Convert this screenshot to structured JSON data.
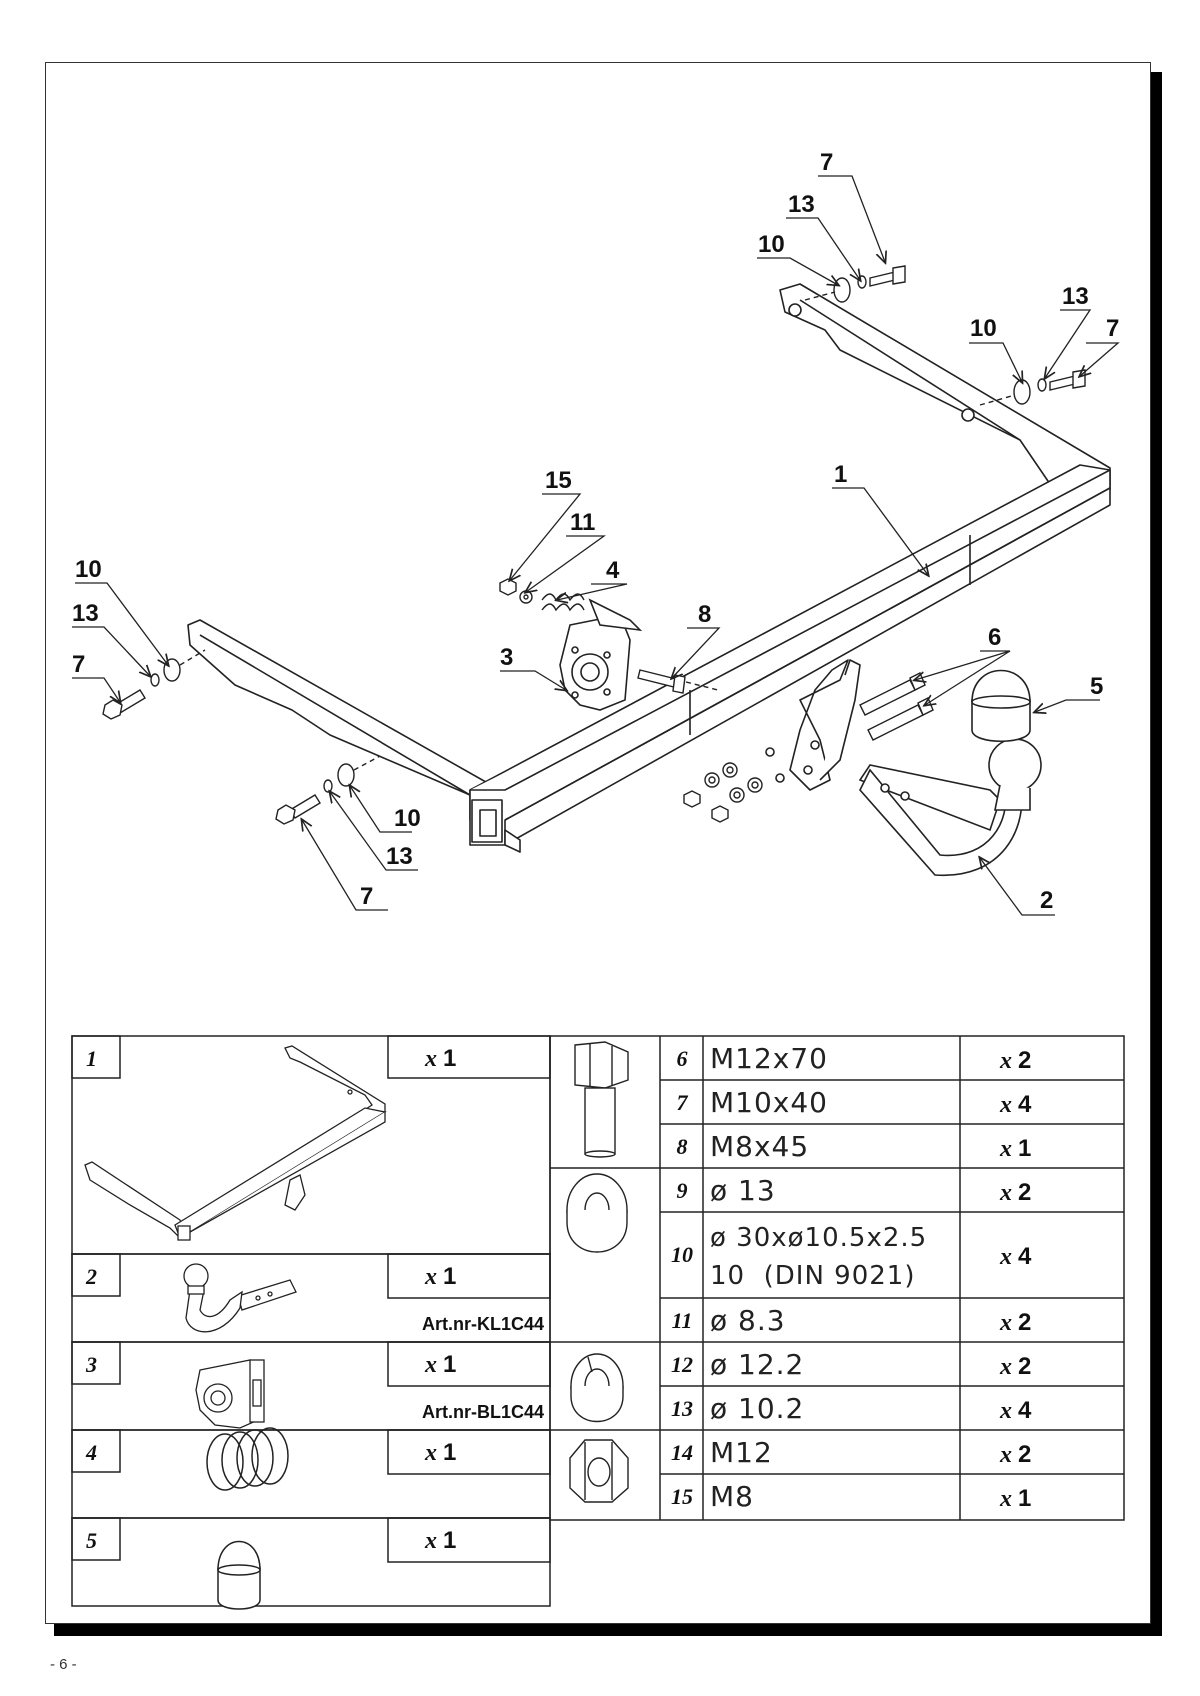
{
  "callouts": [
    {
      "id": "c7a",
      "text": "7"
    },
    {
      "id": "c13a",
      "text": "13"
    },
    {
      "id": "c10a",
      "text": "10"
    },
    {
      "id": "c10b",
      "text": "10"
    },
    {
      "id": "c13b",
      "text": "13"
    },
    {
      "id": "c7b",
      "text": "7"
    },
    {
      "id": "c15",
      "text": "15"
    },
    {
      "id": "c11",
      "text": "11"
    },
    {
      "id": "c4",
      "text": "4"
    },
    {
      "id": "c1",
      "text": "1"
    },
    {
      "id": "c8",
      "text": "8"
    },
    {
      "id": "c6",
      "text": "6"
    },
    {
      "id": "c5",
      "text": "5"
    },
    {
      "id": "c3",
      "text": "3"
    },
    {
      "id": "c2",
      "text": "2"
    },
    {
      "id": "c10c",
      "text": "10"
    },
    {
      "id": "c13c",
      "text": "13"
    },
    {
      "id": "c7c",
      "text": "7"
    },
    {
      "id": "c10d",
      "text": "10"
    },
    {
      "id": "c13d",
      "text": "13"
    },
    {
      "id": "c7d",
      "text": "7"
    }
  ],
  "parts_left": [
    {
      "num": "1",
      "qty_x": "x",
      "qty": "1",
      "art": ""
    },
    {
      "num": "2",
      "qty_x": "x",
      "qty": "1",
      "art": "Art.nr-KL1C44"
    },
    {
      "num": "3",
      "qty_x": "x",
      "qty": "1",
      "art": "Art.nr-BL1C44"
    },
    {
      "num": "4",
      "qty_x": "x",
      "qty": "1",
      "art": ""
    },
    {
      "num": "5",
      "qty_x": "x",
      "qty": "1",
      "art": ""
    }
  ],
  "parts_right": [
    {
      "num": "6",
      "spec": "M12x70",
      "spec2": "",
      "qty_x": "x",
      "qty": "2"
    },
    {
      "num": "7",
      "spec": "M10x40",
      "spec2": "",
      "qty_x": "x",
      "qty": "4"
    },
    {
      "num": "8",
      "spec": "M8x45",
      "spec2": "",
      "qty_x": "x",
      "qty": "1"
    },
    {
      "num": "9",
      "spec": "ø 13",
      "spec2": "",
      "qty_x": "x",
      "qty": "2"
    },
    {
      "num": "10",
      "spec": "ø 30xø10.5x2.5",
      "spec2": "10  (DIN 9021)",
      "qty_x": "x",
      "qty": "4"
    },
    {
      "num": "11",
      "spec": "ø 8.3",
      "spec2": "",
      "qty_x": "x",
      "qty": "2"
    },
    {
      "num": "12",
      "spec": "ø 12.2",
      "spec2": "",
      "qty_x": "x",
      "qty": "2"
    },
    {
      "num": "13",
      "spec": "ø 10.2",
      "spec2": "",
      "qty_x": "x",
      "qty": "4"
    },
    {
      "num": "14",
      "spec": "M12",
      "spec2": "",
      "qty_x": "x",
      "qty": "2"
    },
    {
      "num": "15",
      "spec": "M8",
      "spec2": "",
      "qty_x": "x",
      "qty": "1"
    }
  ],
  "page_number": "- 6 -"
}
